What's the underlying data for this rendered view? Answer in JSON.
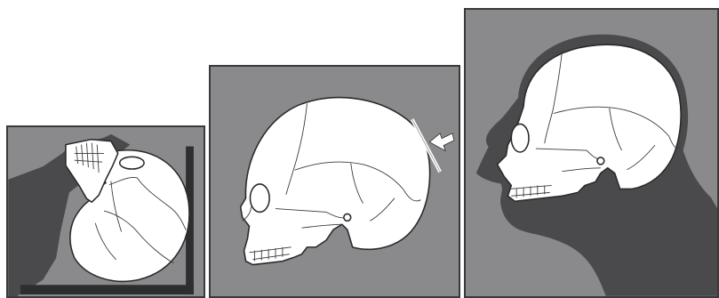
{
  "figure": {
    "panels": [
      {
        "id": "panel-1",
        "depiction": "skull-rotated-with-restraint",
        "elements": [
          "skull",
          "head-shadow",
          "corner-bracket"
        ]
      },
      {
        "id": "panel-2",
        "depiction": "skull-side-view-with-flattening",
        "elements": [
          "skull",
          "flat-line",
          "arrow"
        ]
      },
      {
        "id": "panel-3",
        "depiction": "skull-inside-head-silhouette",
        "elements": [
          "skull",
          "head-silhouette"
        ]
      }
    ],
    "colors": {
      "panel_background": "#8a8a8c",
      "silhouette": "#4a4a4c",
      "bone": "#ffffff",
      "outline": "#2a2a2a",
      "bracket": "#2e2e30"
    },
    "icons": [
      "arrow-left-icon"
    ]
  }
}
